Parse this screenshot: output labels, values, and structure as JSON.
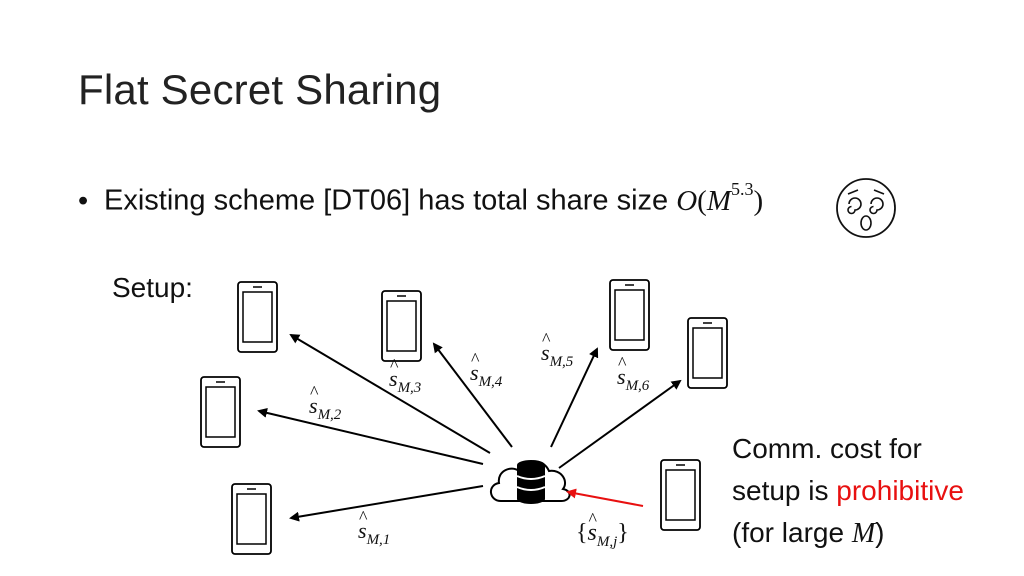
{
  "slide": {
    "title": "Flat Secret Sharing",
    "bullet": {
      "text_before": "Existing scheme [DT06] has total share size ",
      "complexity_O": "O",
      "complexity_M": "M",
      "complexity_exp": "5.3",
      "face_icon": "dizzy-face-icon"
    },
    "setup_label": "Setup:",
    "edge_labels": {
      "s1": {
        "base": "s",
        "sub": "M,1"
      },
      "s2": {
        "base": "s",
        "sub": "M,2"
      },
      "s3": {
        "base": "s",
        "sub": "M,3"
      },
      "s4": {
        "base": "s",
        "sub": "M,4"
      },
      "s5": {
        "base": "s",
        "sub": "M,5"
      },
      "s6": {
        "base": "s",
        "sub": "M,6"
      },
      "sj": {
        "open": "{",
        "base": "s",
        "sub": "M,j",
        "close": "}"
      }
    },
    "comm_cost": {
      "line1": "Comm. cost for",
      "line2_prefix": "setup is ",
      "line2_highlight": "prohibitive",
      "line3_prefix": "(for large ",
      "line3_var": "M",
      "line3_suffix": ")"
    },
    "icons": {
      "server": "cloud-database-icon",
      "device": "phone-icon"
    },
    "colors": {
      "highlight": "#e81010",
      "arrow": "#000000",
      "red_arrow": "#e81010"
    }
  }
}
